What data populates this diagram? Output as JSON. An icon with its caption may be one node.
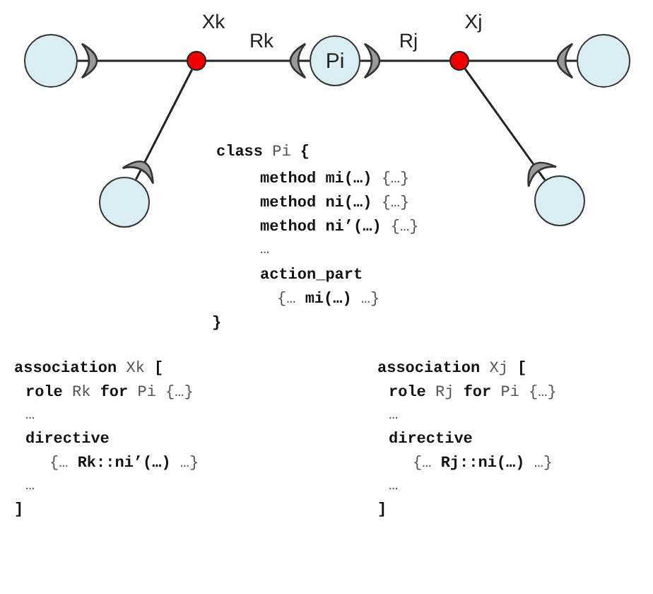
{
  "diagram": {
    "nodes": [
      {
        "text": [],
        "shape": "circle"
      },
      {
        "text": [
          "Xk"
        ]
      },
      {
        "text": [
          "Pi"
        ]
      },
      {
        "text": [
          "Xj"
        ]
      },
      {
        "text": [],
        "shape": "circle"
      },
      {
        "text": [],
        "shape": "circle"
      },
      {
        "text": [],
        "shape": "circle"
      }
    ],
    "edges": [
      {
        "from": 0,
        "to": 1,
        "arrow": "other"
      },
      {
        "from": 5,
        "to": 1,
        "arrow": "other"
      },
      {
        "from": 2,
        "to": 1,
        "arrow": "other",
        "label": "Rk"
      },
      {
        "from": 2,
        "to": 3,
        "arrow": "other",
        "label": "Rj"
      },
      {
        "from": 4,
        "to": 3,
        "arrow": "other"
      },
      {
        "from": 6,
        "to": 3,
        "arrow": "other"
      }
    ],
    "labels": [
      "**class** Pi **{**",
      "**method mi(…)** {…}",
      "**method ni(…)** {…}",
      "**method ni’(…)** {…}",
      "…",
      "action_part",
      "{… **mi(…)** …}",
      "}",
      "**association** Xk **[**",
      "**role** Rk **for** Pi {…}",
      "…",
      "directive",
      "{… **Rk::ni’(…)** …}",
      "…",
      "]",
      "**association** Xj **[**",
      "**role** Rj **for** Pi {…}",
      "…",
      "directive",
      "{… **Rj::ni(…)** …}",
      "…",
      "]"
    ]
  }
}
